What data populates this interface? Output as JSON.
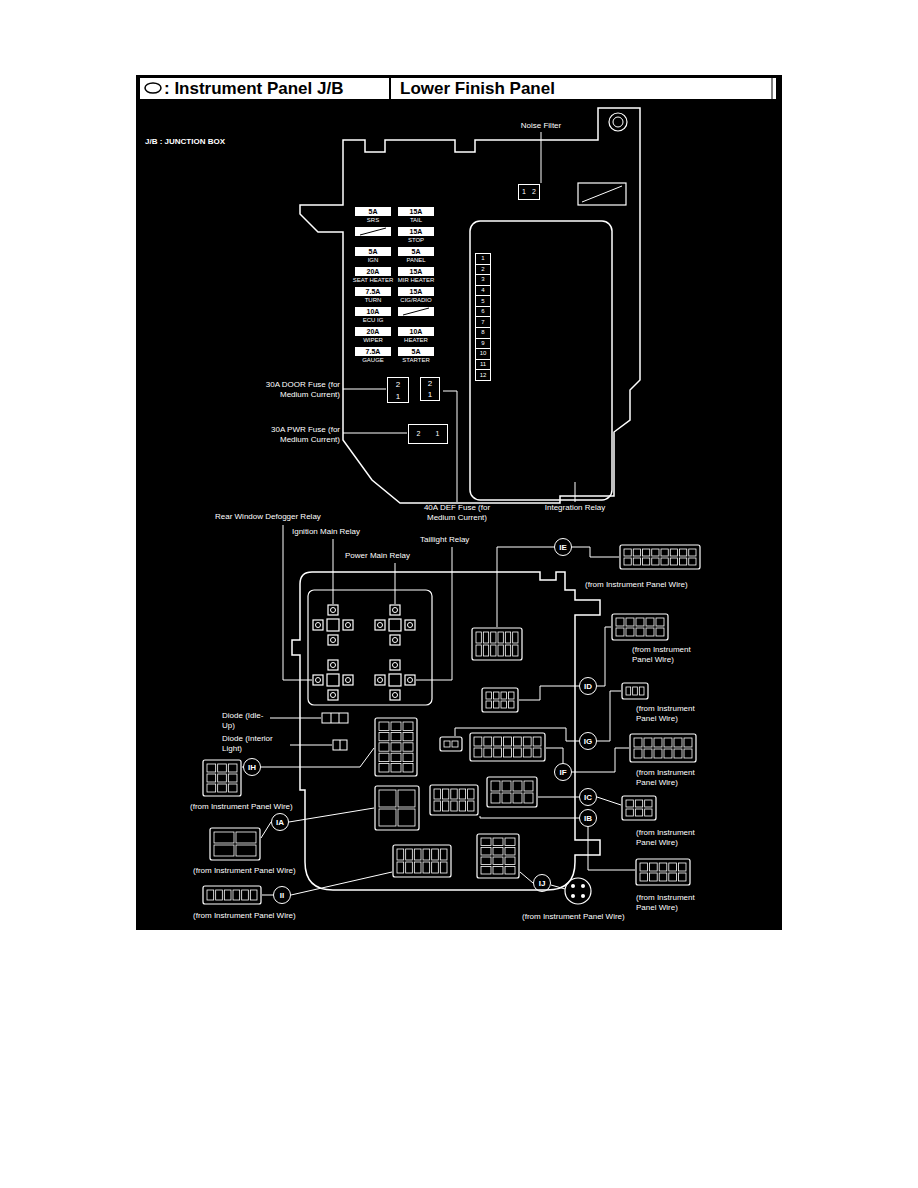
{
  "diagram": {
    "title": ": Instrument Panel J/B",
    "nodes": [
      {
        "text": [
          "5A",
          "SRS"
        ]
      },
      {
        "text": [
          "15A",
          "TAIL"
        ]
      },
      {
        "text": [
          "15A",
          "STOP"
        ]
      },
      {
        "text": [
          "5A",
          "IGN"
        ]
      },
      {
        "text": [
          "5A",
          "PANEL"
        ]
      },
      {
        "text": [
          "20A",
          "SEAT HEATER"
        ]
      },
      {
        "text": [
          "15A",
          "MIR HEATER"
        ]
      },
      {
        "text": [
          "7.5A",
          "TURN"
        ]
      },
      {
        "text": [
          "15A",
          "CIG/RADIO"
        ]
      },
      {
        "text": [
          "10A",
          "ECU IG"
        ]
      },
      {
        "text": [
          "20A",
          "WIPER"
        ]
      },
      {
        "text": [
          "10A",
          "HEATER"
        ]
      },
      {
        "text": [
          "7.5A",
          "GAUGE"
        ]
      },
      {
        "text": [
          "5A",
          "STARTER"
        ]
      },
      {
        "text": [
          "1",
          "2"
        ]
      },
      {
        "text": [
          "1",
          "2",
          "3",
          "4",
          "5",
          "6",
          "7",
          "8",
          "9",
          "10",
          "11",
          "12"
        ]
      },
      {
        "text": [
          "2",
          "1"
        ]
      },
      {
        "text": [
          "2",
          "1"
        ]
      },
      {
        "text": [
          "2",
          "1"
        ]
      },
      {
        "text": [
          "IE"
        ]
      },
      {
        "text": [
          "ID"
        ]
      },
      {
        "text": [
          "IG"
        ]
      },
      {
        "text": [
          "IF"
        ]
      },
      {
        "text": [
          "IH"
        ]
      },
      {
        "text": [
          "IA"
        ]
      },
      {
        "text": [
          "IC"
        ]
      },
      {
        "text": [
          "IB"
        ]
      },
      {
        "text": [
          "II"
        ]
      },
      {
        "text": [
          "IJ"
        ]
      }
    ],
    "labels": [
      "Lower Finish Panel",
      "J/B : JUNCTION BOX",
      "Noise Filter",
      "30A DOOR Fuse (for Medium Current)",
      "30A PWR Fuse (for Medium Current)",
      "40A DEF Fuse (for Medium Current)",
      "Integration Relay",
      "Rear Window Defogger Relay",
      "Ignition Main Relay",
      "Taillight Relay",
      "Power Main Relay",
      "(from Instrument Panel Wire)",
      "(from Instrument Panel Wire)",
      "(from Instrument Panel Wire)",
      "Diode (Idle-Up)",
      "Diode (Interior Light)",
      "(from Instrument Panel Wire)",
      "(from Instrument Panel Wire)",
      "(from Instrument Panel Wire)",
      "(from Instrument Panel Wire)",
      "(from Instrument Panel Wire)",
      "(from Instrument Panel Wire)",
      "(from Instrument Panel Wire)"
    ]
  }
}
